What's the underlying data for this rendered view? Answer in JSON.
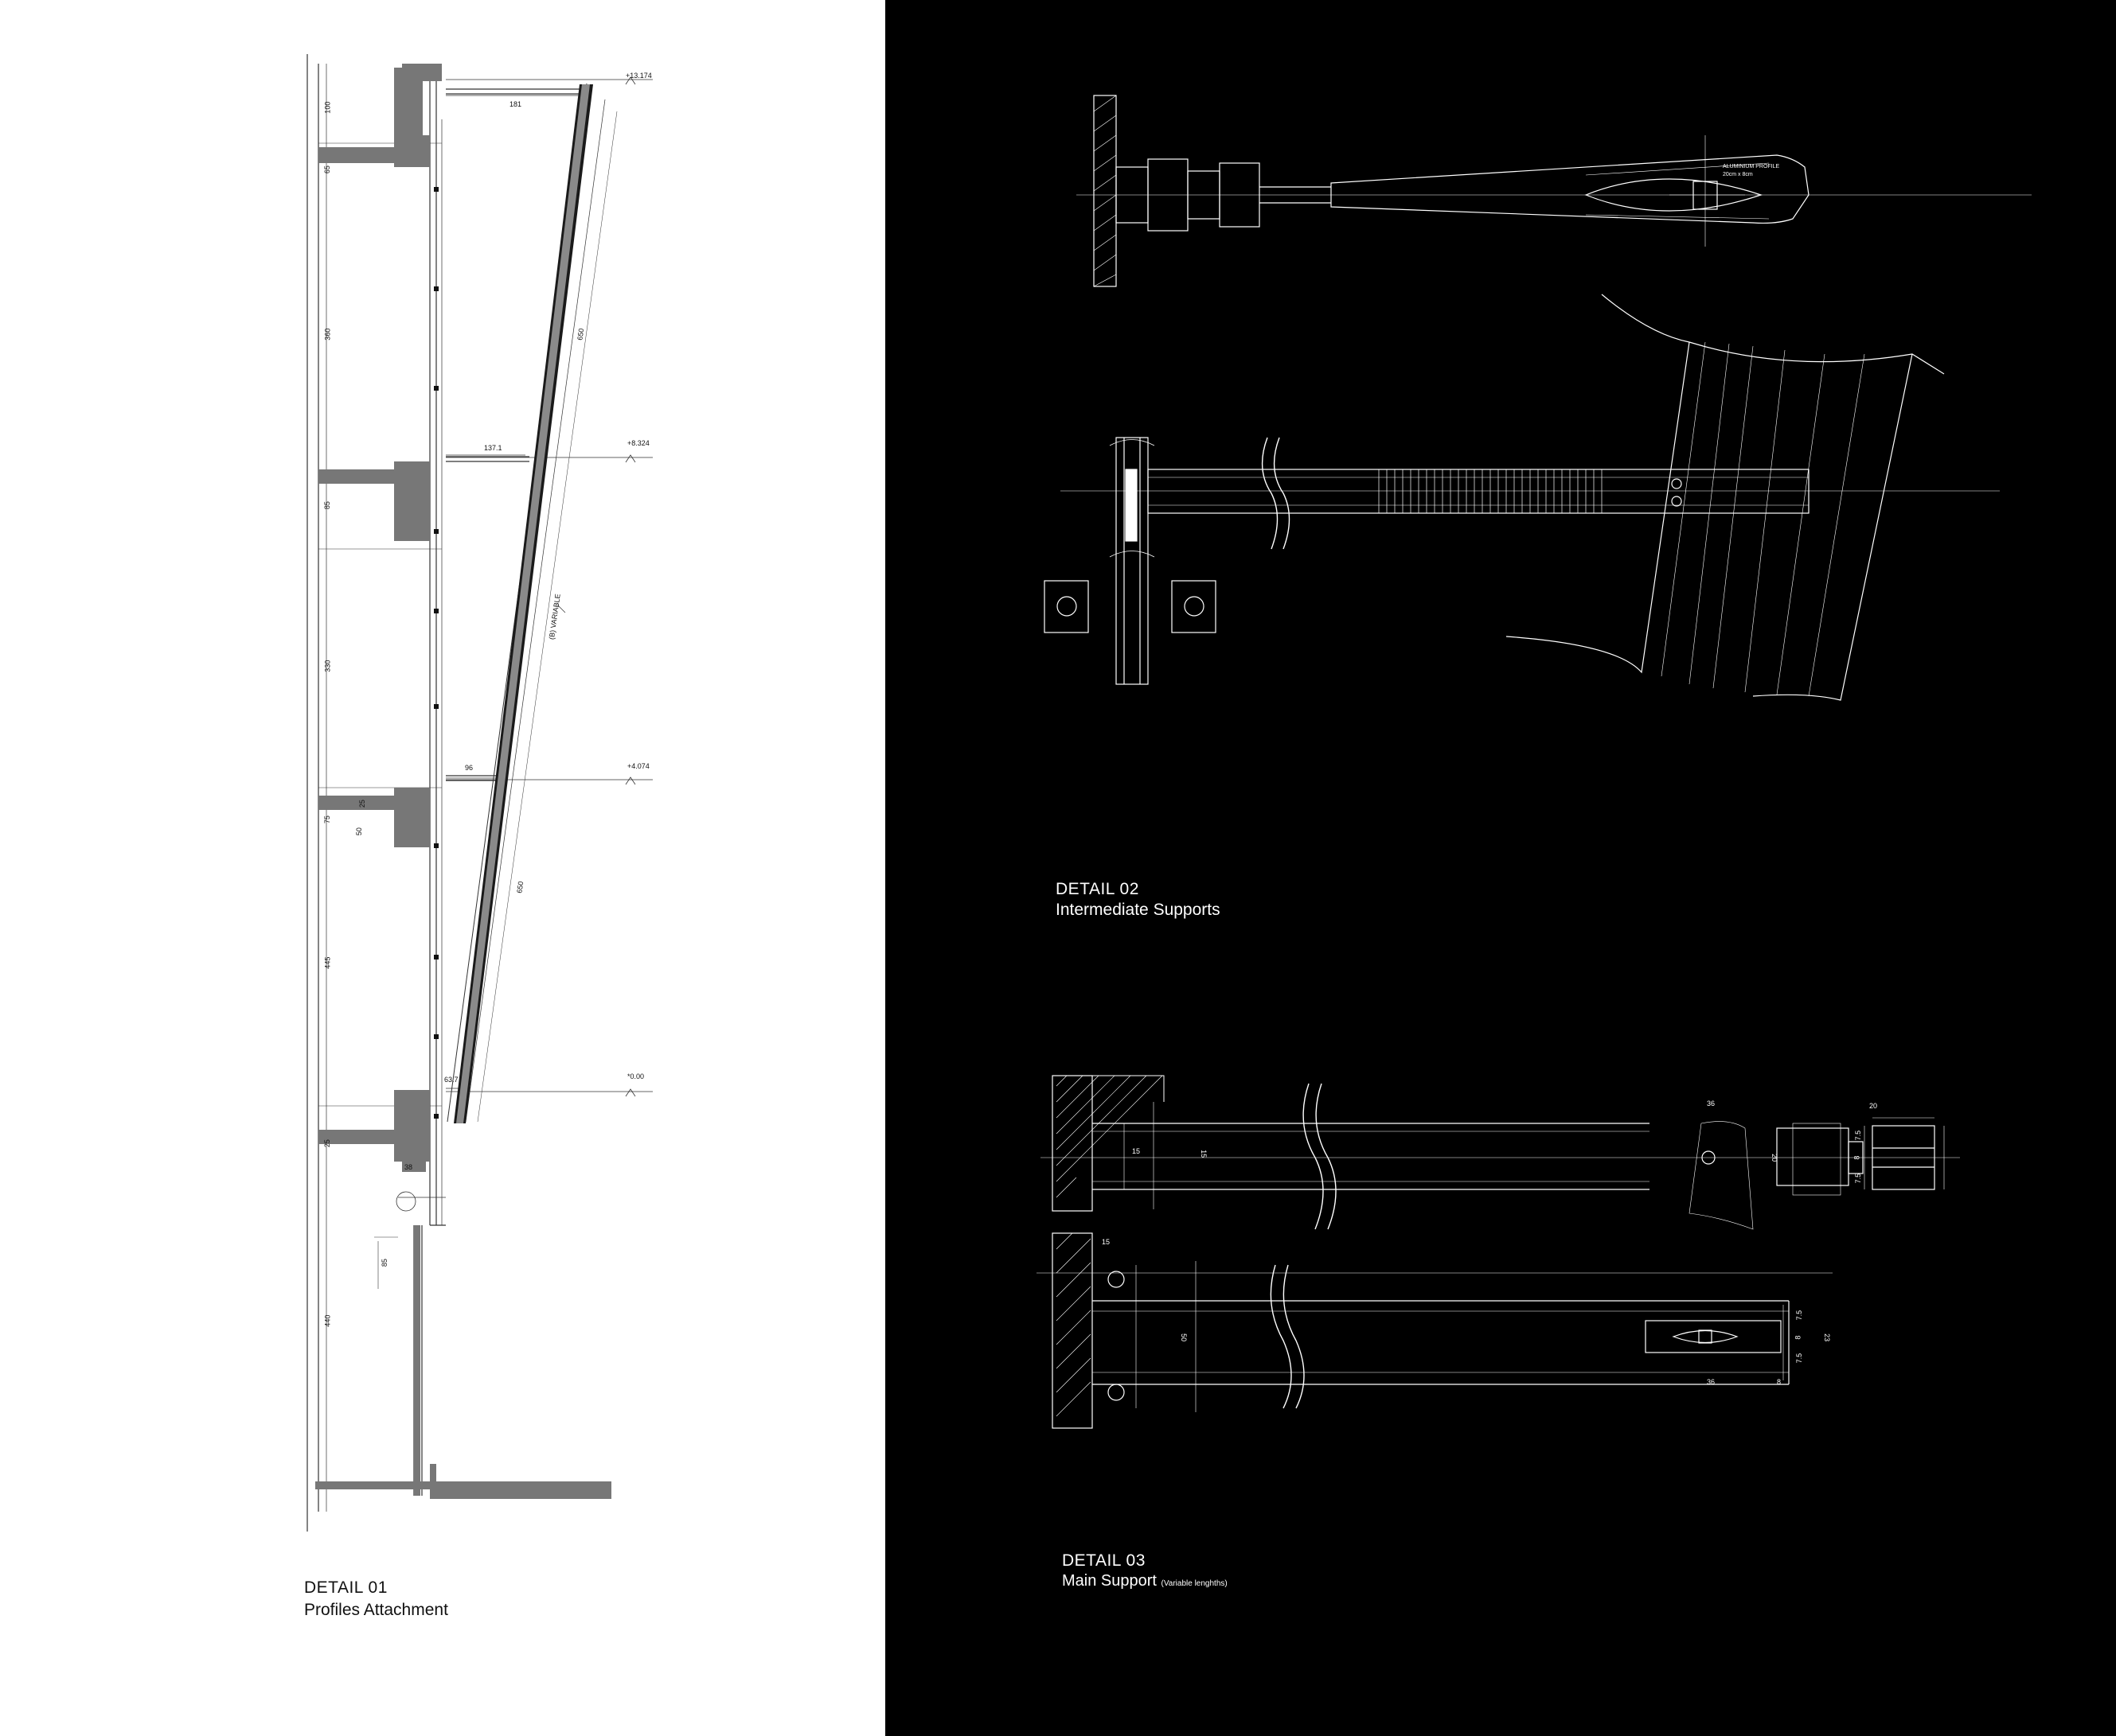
{
  "colors": {
    "left_background": "#ffffff",
    "right_background": "#000000",
    "concrete": "#777777",
    "ink_dark": "#111111",
    "ink_light": "#ffffff"
  },
  "detail01": {
    "title": "DETAIL 01",
    "subtitle": "Profiles Attachment",
    "levels": [
      "+13.174",
      "+8.324",
      "+4.074",
      "*0.00"
    ],
    "horizontal_dims": [
      "181",
      "137.1",
      "96",
      "63.7"
    ],
    "vertical_dims": [
      "100",
      "65",
      "360",
      "85",
      "330",
      "75",
      "50",
      "25",
      "445",
      "25",
      "38",
      "85",
      "440"
    ],
    "slope_labels": [
      "650",
      "(B) VARIABLE",
      "650"
    ]
  },
  "detail02": {
    "title": "DETAIL 02",
    "subtitle": "Intermediate Supports",
    "note_line1": "ALUMINIUM PROFILE",
    "note_line2": "20cm x 8cm"
  },
  "detail03": {
    "title": "DETAIL 03",
    "subtitle": "Main Support",
    "subtitle_note": "(Variable lenghths)",
    "dims_top": [
      "36",
      "15",
      "20",
      "20",
      "7.5",
      "8",
      "7.5",
      "15"
    ],
    "dims_bottom": [
      "15",
      "50",
      "36",
      "8",
      "7.5",
      "8",
      "7.5",
      "23"
    ]
  }
}
